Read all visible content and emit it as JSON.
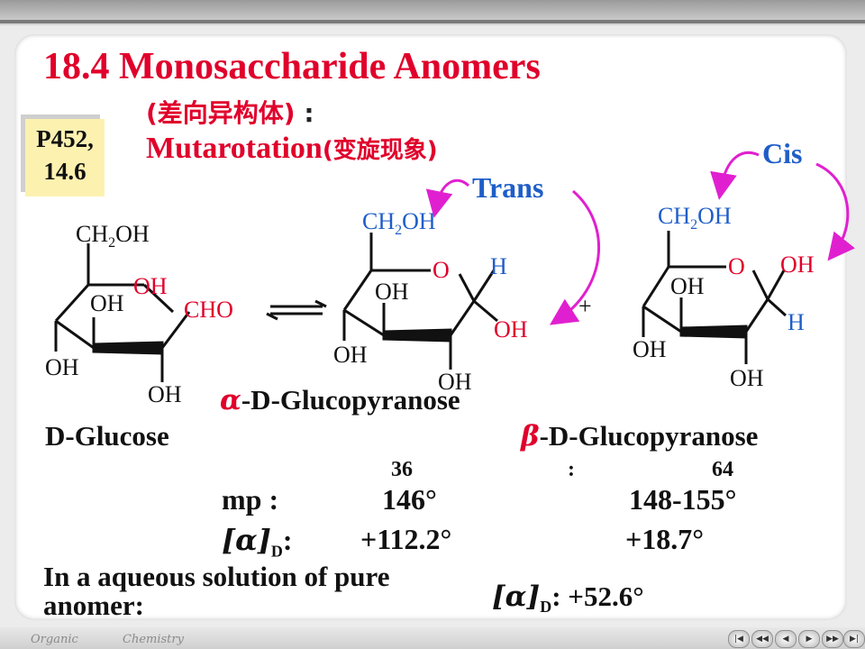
{
  "slide": {
    "title": "18.4 Monosaccharide Anomers",
    "subtitle_cn": "(差向异构体)",
    "subtitle_colon": ":",
    "subtitle2_en": "Mutarotation",
    "subtitle2_cn": "(变旋现象)"
  },
  "badge": {
    "line1": "P452,",
    "line2": "14.6"
  },
  "labels": {
    "trans": "Trans",
    "cis": "Cis",
    "plus": "+",
    "alpha_prefix": "α",
    "alpha_name": "-D-Glucopyranose",
    "d_glucose": "D-Glucose",
    "beta_prefix": "β",
    "beta_name": "-D-Glucopyranose"
  },
  "molecules": {
    "ch2oh_main": "CH",
    "ch2oh_sub": "2",
    "ch2oh_end": "OH",
    "oh": "OH",
    "cho": "CHO",
    "o": "O",
    "h": "H"
  },
  "data": {
    "ratio_alpha": "36",
    "ratio_sep": ":",
    "ratio_beta": "64",
    "mp_label": "mp :",
    "mp_alpha": "146°",
    "mp_beta": "148-155°",
    "rot_label_a": "[α]",
    "rot_label_sub": "D",
    "rot_label_colon": ":",
    "rot_alpha": "+112.2°",
    "rot_beta": "+18.7°",
    "note": "In a aqueous solution of pure anomer:",
    "eq_prefix": "[α]",
    "eq_sub": "D",
    "eq_value": ": +52.6°"
  },
  "footer": {
    "word1": "Organic",
    "word2": "Chemistry"
  },
  "nav": [
    "|◀",
    "◀◀",
    "◀",
    "▶",
    "▶▶",
    "▶|"
  ],
  "colors": {
    "red": "#e0002b",
    "blue": "#1f5ec8",
    "magenta": "#e020d0",
    "badge": "#fdf1b0"
  }
}
